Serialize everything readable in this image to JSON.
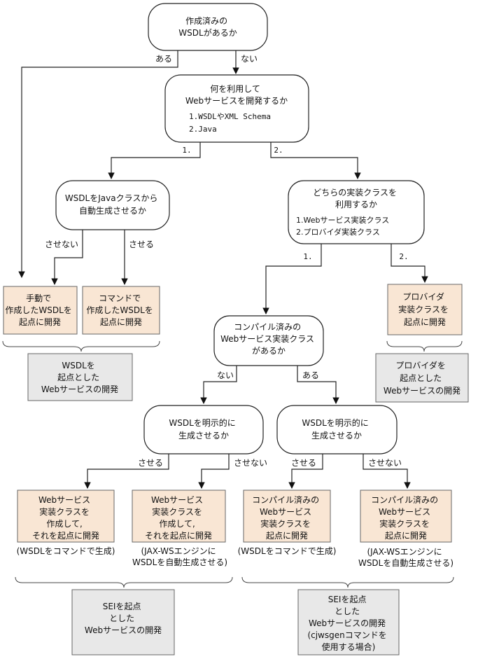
{
  "decisions": {
    "has_wsdl": [
      "作成済みの",
      "WSDLがあるか"
    ],
    "what_to_use": {
      "lines": [
        "何を利用して",
        "Webサービスを開発するか"
      ],
      "options": [
        "1.WSDLやXML Schema",
        "2.Java"
      ]
    },
    "gen_from_java": [
      "WSDLをJavaクラスから",
      "自動生成させるか"
    ],
    "which_impl": {
      "lines": [
        "どちらの実装クラスを",
        "利用するか"
      ],
      "options": [
        "1.Webサービス実装クラス",
        "2.プロバイダ実装クラス"
      ]
    },
    "compiled_exists": [
      "コンパイル済みの",
      "Webサービス実装クラス",
      "があるか"
    ],
    "explicit_left": [
      "WSDLを明示的に",
      "生成させるか"
    ],
    "explicit_right": [
      "WSDLを明示的に",
      "生成させるか"
    ]
  },
  "edge_labels": {
    "aru": "ある",
    "nai": "ない",
    "opt1": "1.",
    "opt2": "2.",
    "sasenai": "させない",
    "saseru": "させる"
  },
  "starts": {
    "manual_wsdl": [
      "手動で",
      "作成したWSDLを",
      "起点に開発"
    ],
    "command_wsdl": [
      "コマンドで",
      "作成したWSDLを",
      "起点に開発"
    ],
    "provider": [
      "プロバイダ",
      "実装クラスを",
      "起点に開発"
    ],
    "ws_impl_a": [
      "Webサービス",
      "実装クラスを",
      "作成して,",
      "それを起点に開発"
    ],
    "ws_impl_b": [
      "Webサービス",
      "実装クラスを",
      "作成して,",
      "それを起点に開発"
    ],
    "compiled_a": [
      "コンパイル済みの",
      "Webサービス",
      "実装クラスを",
      "起点に開発"
    ],
    "compiled_b": [
      "コンパイル済みの",
      "Webサービス",
      "実装クラスを",
      "起点に開発"
    ]
  },
  "notes": {
    "note_a": "(WSDLをコマンドで生成)",
    "note_b": [
      "(JAX-WSエンジンに",
      "WSDLを自動生成させる)"
    ],
    "note_c": "(WSDLをコマンドで生成)",
    "note_d": [
      "(JAX-WSエンジンに",
      "WSDLを自動生成させる)"
    ]
  },
  "results": {
    "wsdl_start": [
      "WSDLを",
      "起点とした",
      "Webサービスの開発"
    ],
    "provider_start": [
      "プロバイダを",
      "起点とした",
      "Webサービスの開発"
    ],
    "sei_start": [
      "SEIを起点",
      "とした",
      "Webサービスの開発"
    ],
    "sei_cjwsgen": [
      "SEIを起点",
      "とした",
      "Webサービスの開発",
      "(cjwsgenコマンドを",
      "使用する場合)"
    ]
  }
}
